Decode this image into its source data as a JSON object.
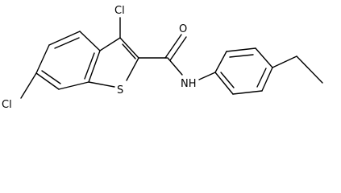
{
  "molecule": {
    "atoms": {
      "cl_top": "Cl",
      "cl_left": "Cl",
      "oxygen": "O",
      "sulfur": "S",
      "nh": "NH"
    }
  }
}
